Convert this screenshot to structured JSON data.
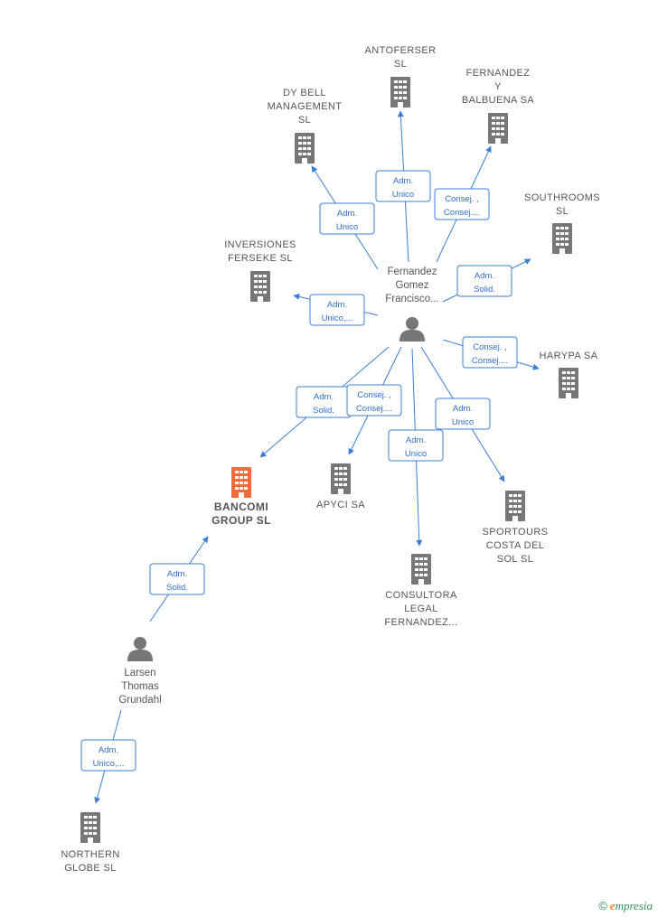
{
  "colors": {
    "edge": "#3b7fd4",
    "building": "#777777",
    "building_main": "#f26c3a",
    "person": "#777777"
  },
  "persons": [
    {
      "id": "fernandez",
      "lines": [
        "Fernandez",
        "Gomez",
        "Francisco..."
      ]
    },
    {
      "id": "larsen",
      "lines": [
        "Larsen",
        "Thomas",
        "Grundahl"
      ]
    }
  ],
  "companies": [
    {
      "id": "antoferser",
      "lines": [
        "ANTOFERSER",
        "SL"
      ],
      "main": false
    },
    {
      "id": "fernandez_balbuena",
      "lines": [
        "FERNANDEZ",
        "Y",
        "BALBUENA SA"
      ],
      "main": false
    },
    {
      "id": "dy_bell",
      "lines": [
        "DY BELL",
        "MANAGEMENT",
        "SL"
      ],
      "main": false
    },
    {
      "id": "southrooms",
      "lines": [
        "SOUTHROOMS",
        "SL"
      ],
      "main": false
    },
    {
      "id": "inversiones",
      "lines": [
        "INVERSIONES",
        "FERSEKE  SL"
      ],
      "main": false
    },
    {
      "id": "harypa",
      "lines": [
        "HARYPA SA"
      ],
      "main": false
    },
    {
      "id": "bancomi",
      "lines": [
        "BANCOMI",
        "GROUP  SL"
      ],
      "main": true
    },
    {
      "id": "apyci",
      "lines": [
        "APYCI SA"
      ],
      "main": false
    },
    {
      "id": "sportours",
      "lines": [
        "SPORTOURS",
        "COSTA DEL",
        "SOL  SL"
      ],
      "main": false
    },
    {
      "id": "consultora",
      "lines": [
        "CONSULTORA",
        "LEGAL",
        "FERNANDEZ..."
      ],
      "main": false
    },
    {
      "id": "northern",
      "lines": [
        "NORTHERN",
        "GLOBE  SL"
      ],
      "main": false
    }
  ],
  "relations": [
    {
      "from": "fernandez",
      "to": "antoferser",
      "lines": [
        "Adm.",
        "Unico"
      ]
    },
    {
      "from": "fernandez",
      "to": "fernandez_balbuena",
      "lines": [
        "Consej. ,",
        "Consej...."
      ]
    },
    {
      "from": "fernandez",
      "to": "dy_bell",
      "lines": [
        "Adm.",
        "Unico"
      ]
    },
    {
      "from": "fernandez",
      "to": "southrooms",
      "lines": [
        "Adm.",
        "Solid."
      ]
    },
    {
      "from": "fernandez",
      "to": "inversiones",
      "lines": [
        "Adm.",
        "Unico,..."
      ]
    },
    {
      "from": "fernandez",
      "to": "harypa",
      "lines": [
        "Consej. ,",
        "Consej...."
      ]
    },
    {
      "from": "fernandez",
      "to": "bancomi",
      "lines": [
        "Adm.",
        "Solid."
      ]
    },
    {
      "from": "fernandez",
      "to": "apyci",
      "lines": [
        "Consej. ,",
        "Consej...."
      ]
    },
    {
      "from": "fernandez",
      "to": "sportours",
      "lines": [
        "Adm.",
        "Unico"
      ]
    },
    {
      "from": "fernandez",
      "to": "consultora",
      "lines": [
        "Adm.",
        "Unico"
      ]
    },
    {
      "from": "larsen",
      "to": "bancomi",
      "lines": [
        "Adm.",
        "Solid."
      ]
    },
    {
      "from": "larsen",
      "to": "northern",
      "lines": [
        "Adm.",
        "Unico,..."
      ]
    }
  ],
  "brand": {
    "copyright": "©",
    "initial": "e",
    "rest": "mpresia"
  }
}
